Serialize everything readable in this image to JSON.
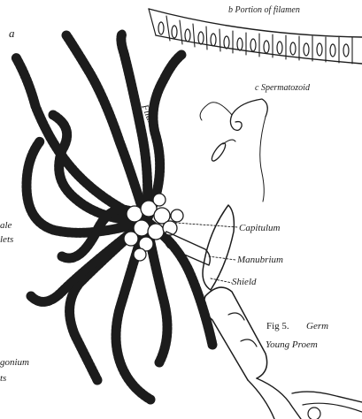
{
  "labels": {
    "fig_a": "a",
    "fig_b": "b  Portion  of  filamen",
    "fig_c": "c  Spermatozoid",
    "filament": "Filament",
    "capitulum": "Capitulum",
    "manubrium": "Manubrium",
    "shield": "Shield",
    "fig5": "Fig 5.",
    "germ": "Germ",
    "young_proem": "Young  Proem",
    "left_partial_1": "ale",
    "left_partial_2": "lets",
    "left_partial_3": "gonium",
    "left_partial_4": "ts"
  }
}
